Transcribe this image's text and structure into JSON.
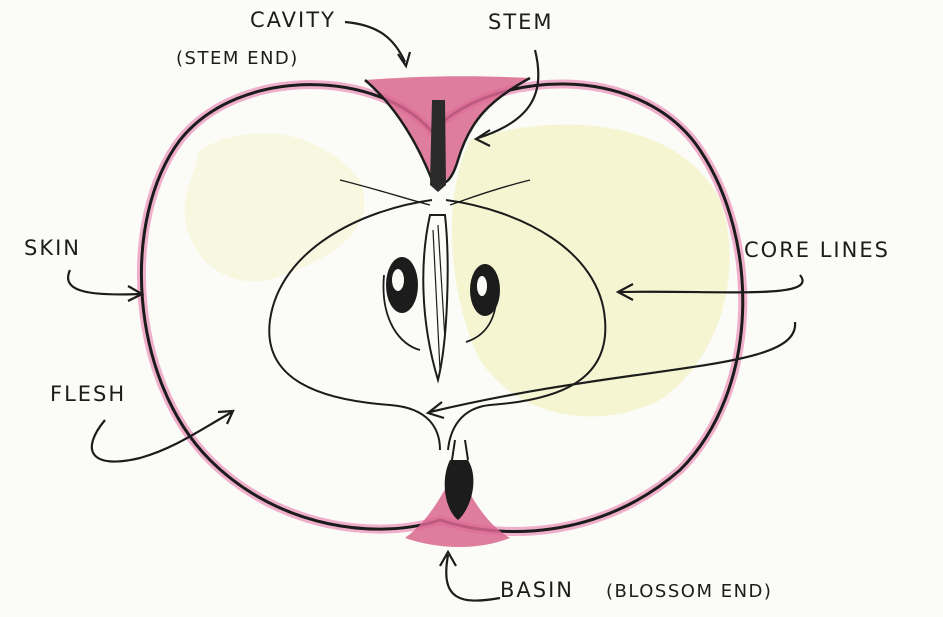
{
  "labels": {
    "cavity": "CAVITY",
    "cavity_sub": "(STEM END)",
    "stem": "STEM",
    "skin": "SKIN",
    "core_lines": "CORE LINES",
    "flesh": "FLESH",
    "basin": "BASIN",
    "basin_sub": "(BLOSSOM END)"
  },
  "colors": {
    "ink": "#1c1c1c",
    "skin": "#e27aa8",
    "cavity": "#d9668f",
    "flesh_wash": "#f0f2a6",
    "paper": "#fbfbf8"
  }
}
